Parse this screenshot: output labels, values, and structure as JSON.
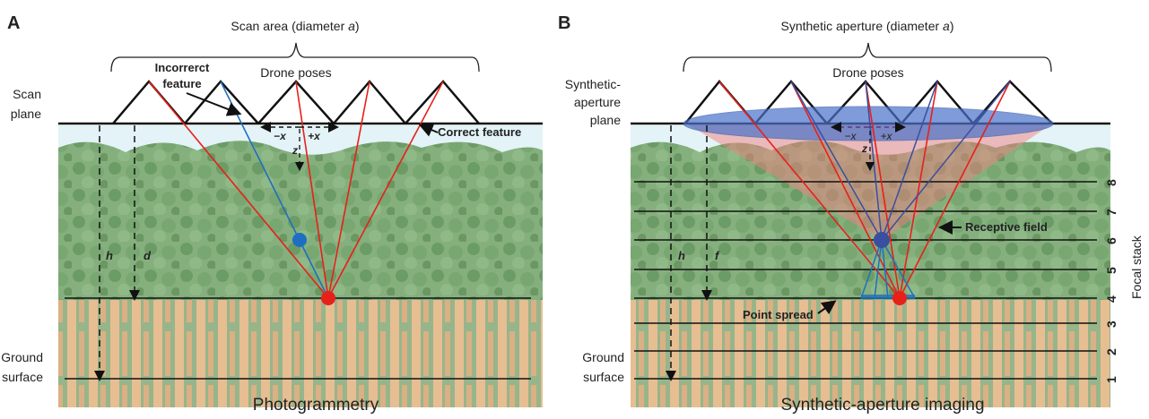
{
  "panels": [
    {
      "letter": "A",
      "bracket_label": "Scan area (diameter ",
      "bracket_label_italic": "a",
      "bracket_label_end": ")",
      "drone_label": "Drone poses",
      "plane_label": [
        "Scan",
        "plane"
      ],
      "ground_label": [
        "Ground",
        "surface"
      ],
      "incorrect_label": [
        "Incorrerct",
        "feature"
      ],
      "correct_label": "Correct feature",
      "minus_x": "−x",
      "plus_x": "+x",
      "z": "z",
      "h": "h",
      "depth_var": "d",
      "caption": "Photogrammetry"
    },
    {
      "letter": "B",
      "bracket_label": "Synthetic aperture (diameter ",
      "bracket_label_italic": "a",
      "bracket_label_end": ")",
      "drone_label": "Drone poses",
      "plane_label": [
        "Synthetic-",
        "aperture",
        "plane"
      ],
      "ground_label": [
        "Ground",
        "surface"
      ],
      "receptive_label": "Receptive field",
      "point_spread_label": "Point spread",
      "minus_x": "−x",
      "plus_x": "+x",
      "z": "z",
      "h": "h",
      "depth_var": "f",
      "focal_stack_label": "Focal stack",
      "focal_numbers": [
        "1",
        "2",
        "3",
        "4",
        "5",
        "6",
        "7",
        "8"
      ],
      "caption": "Synthetic-aperture imaging"
    }
  ],
  "colors": {
    "ray_red": "#e8201a",
    "ray_blue": "#1f6fc1",
    "ray_dark_blue": "#3a4fa0",
    "aperture_fill": "#4a72c9",
    "receptive_fill": "#f08080",
    "foliage": "#6a9a60",
    "trunk": "#e6b887",
    "sky": "#e3f3f7"
  }
}
